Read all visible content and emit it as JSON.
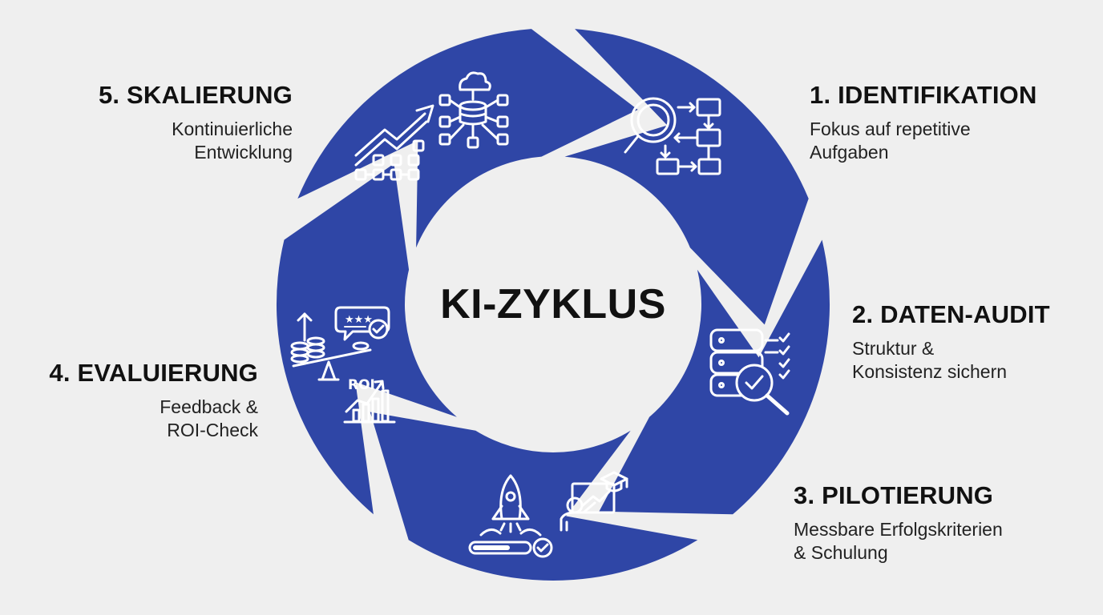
{
  "center_title": "KI-ZYKLUS",
  "colors": {
    "segment": "#2f46a6",
    "background": "#efefef",
    "text": "#111111",
    "icon": "#ffffff"
  },
  "steps": [
    {
      "title": "1. IDENTIFIKATION",
      "desc": [
        "Fokus auf repetitive",
        "Aufgaben"
      ],
      "icon": "magnifier-flowchart-icon"
    },
    {
      "title": "2. DATEN-AUDIT",
      "desc": [
        "Struktur &",
        "Konsistenz sichern"
      ],
      "icon": "database-check-icon"
    },
    {
      "title": "3. PILOTIERUNG",
      "desc": [
        "Messbare Erfolgskriterien",
        "& Schulung"
      ],
      "icon": "rocket-training-icon"
    },
    {
      "title": "4. EVALUIERUNG",
      "desc": [
        "Feedback &",
        "ROI-Check"
      ],
      "icon": "roi-feedback-icon",
      "roi_text": "ROI"
    },
    {
      "title": "5. SKALIERUNG",
      "desc": [
        "Kontinuierliche",
        "Entwicklung"
      ],
      "icon": "growth-network-icon"
    }
  ]
}
